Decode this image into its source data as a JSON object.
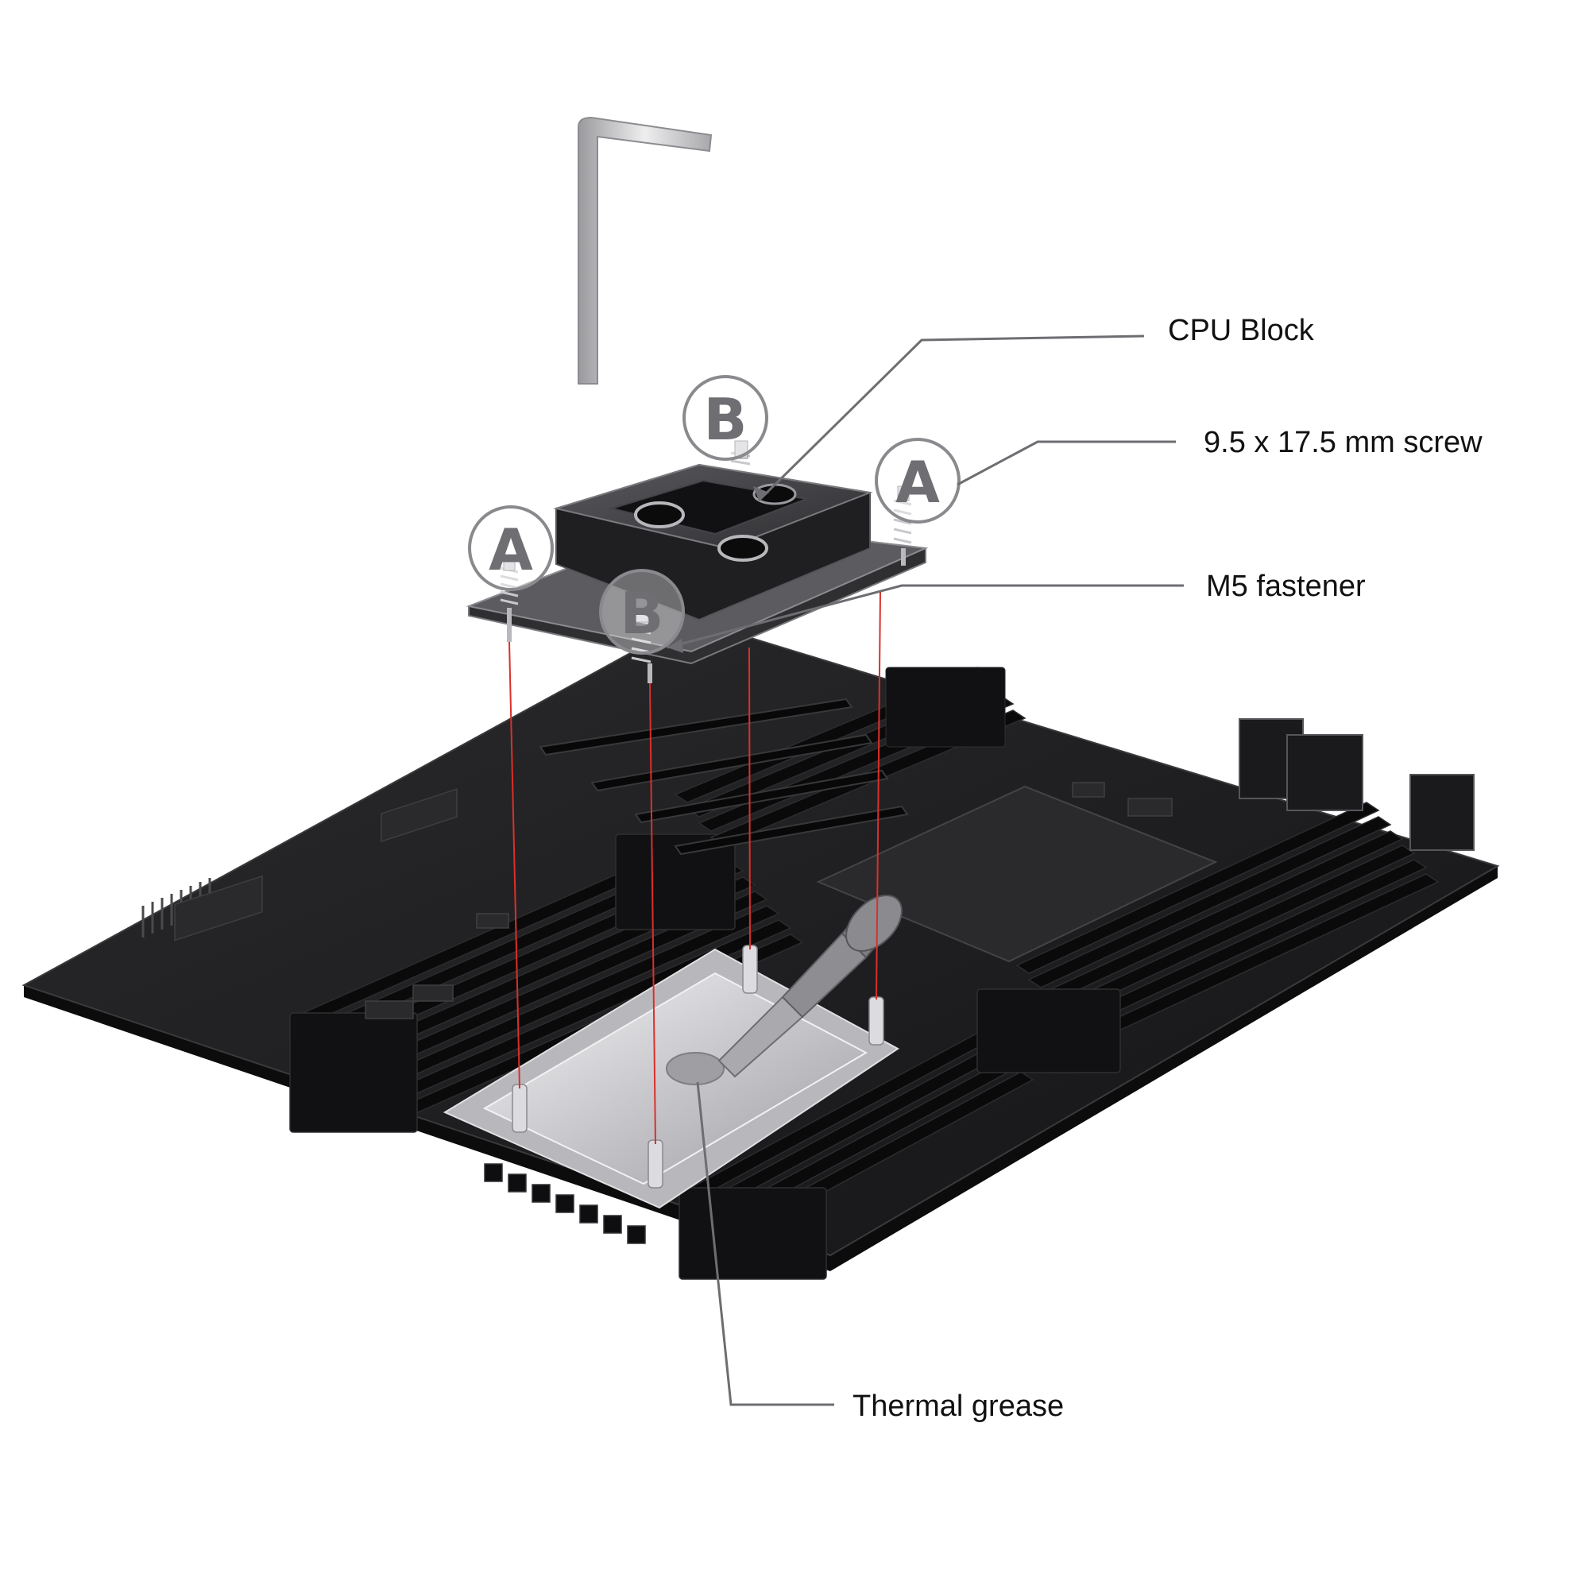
{
  "labels": {
    "cpu_block": "CPU Block",
    "screw": "9.5 x 17.5 mm screw",
    "m5_fastener": "M5 fastener",
    "thermal_grease": "Thermal grease"
  },
  "badges": {
    "a": "A",
    "b": "B"
  },
  "colors": {
    "board": "#1d1d1f",
    "board_edge": "#3a3a3c",
    "slot": "#0d0d0e",
    "block_top": "#3b3b3e",
    "metal": "#c9c9cc",
    "guide_line": "#d9302b",
    "leader": "#6e6e72"
  },
  "icons": [
    "allen-key-icon",
    "cpu-block-icon",
    "thermal-paste-syringe-icon",
    "motherboard-icon"
  ]
}
